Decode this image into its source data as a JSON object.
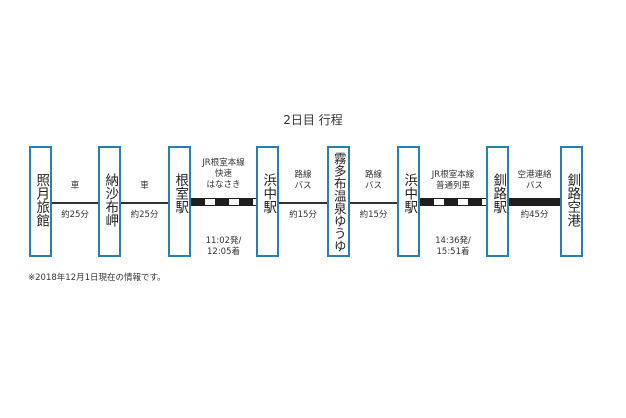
{
  "title": "2日目 行程",
  "stations": [
    {
      "name": "照月旅館"
    },
    {
      "name": "納沙布岬"
    },
    {
      "name": "根室駅"
    },
    {
      "name": "浜中駅"
    },
    {
      "name": "霧多布温泉ゆうゆ"
    },
    {
      "name": "浜中駅"
    },
    {
      "name": "釧路駅"
    },
    {
      "name": "釧路空港"
    }
  ],
  "segments": [
    {
      "mode": "road",
      "label": "車",
      "detail": "約25分"
    },
    {
      "mode": "road",
      "label": "車",
      "detail": "約25分"
    },
    {
      "mode": "rail",
      "label_lines": [
        "JR根室本線",
        "快速",
        "はなさき"
      ],
      "time_lines": [
        "11:02発/",
        "12:05着"
      ]
    },
    {
      "mode": "road",
      "label_lines": [
        "路線",
        "バス"
      ],
      "detail": "約15分"
    },
    {
      "mode": "road",
      "label_lines": [
        "路線",
        "バス"
      ],
      "detail": "約15分"
    },
    {
      "mode": "rail",
      "label_lines": [
        "JR根室本線",
        "普通列車"
      ],
      "time_lines": [
        "14:36発/",
        "15:51着"
      ]
    },
    {
      "mode": "rail",
      "label_lines": [
        "空港連絡",
        "バス"
      ],
      "detail": "約45分"
    }
  ],
  "note": "※2018年12月1日現在の情報です。"
}
